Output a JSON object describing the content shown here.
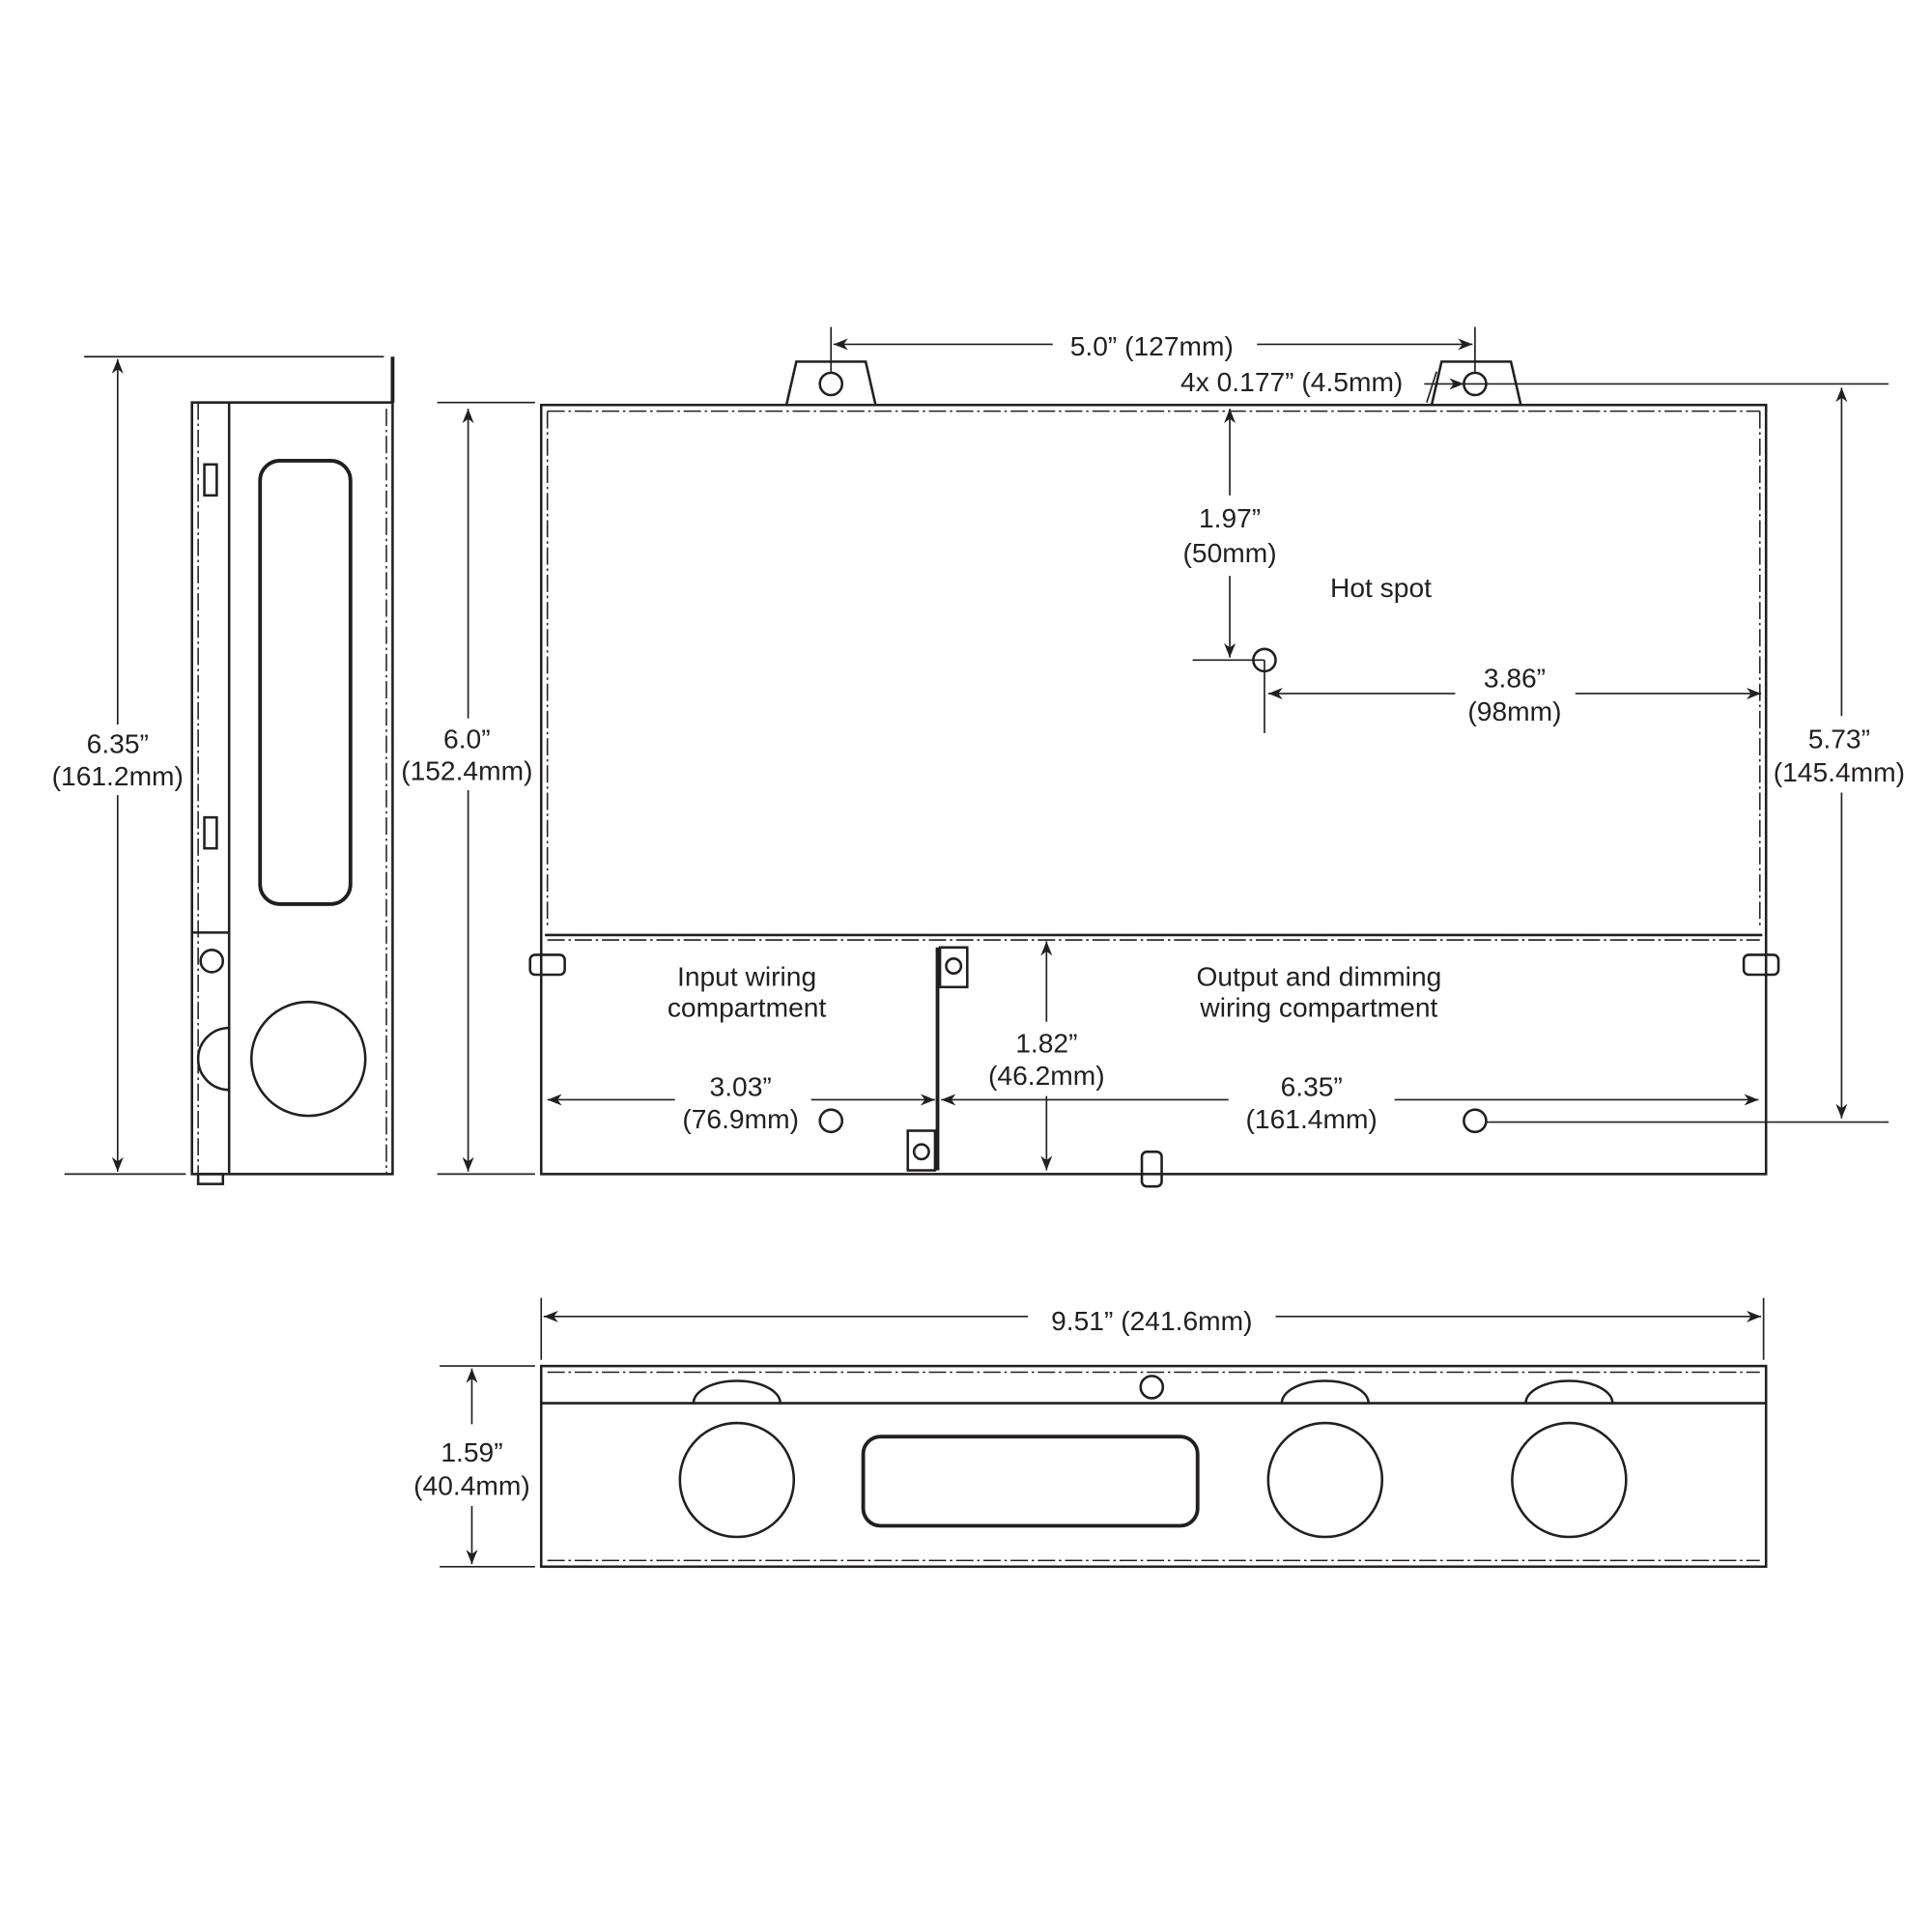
{
  "side_view": {
    "height_in": "6.35”",
    "height_mm": "(161.2mm)"
  },
  "front_view": {
    "mount_spacing": "5.0” (127mm)",
    "mount_holes": "4x 0.177” (4.5mm)",
    "height_in": "6.0”",
    "height_mm": "(152.4mm)",
    "mount_height_in": "5.73”",
    "mount_height_mm": "(145.4mm)",
    "hotspot_top_in": "1.97”",
    "hotspot_top_mm": "(50mm)",
    "hotspot_label": "Hot spot",
    "hotspot_right_in": "3.86”",
    "hotspot_right_mm": "(98mm)",
    "input_label_1": "Input wiring",
    "input_label_2": "compartment",
    "output_label_1": "Output and dimming",
    "output_label_2": "wiring compartment",
    "compartment_height_in": "1.82”",
    "compartment_height_mm": "(46.2mm)",
    "input_width_in": "3.03”",
    "input_width_mm": "(76.9mm)",
    "output_width_in": "6.35”",
    "output_width_mm": "(161.4mm)"
  },
  "bottom_view": {
    "width": "9.51” (241.6mm)",
    "height_in": "1.59”",
    "height_mm": "(40.4mm)"
  }
}
